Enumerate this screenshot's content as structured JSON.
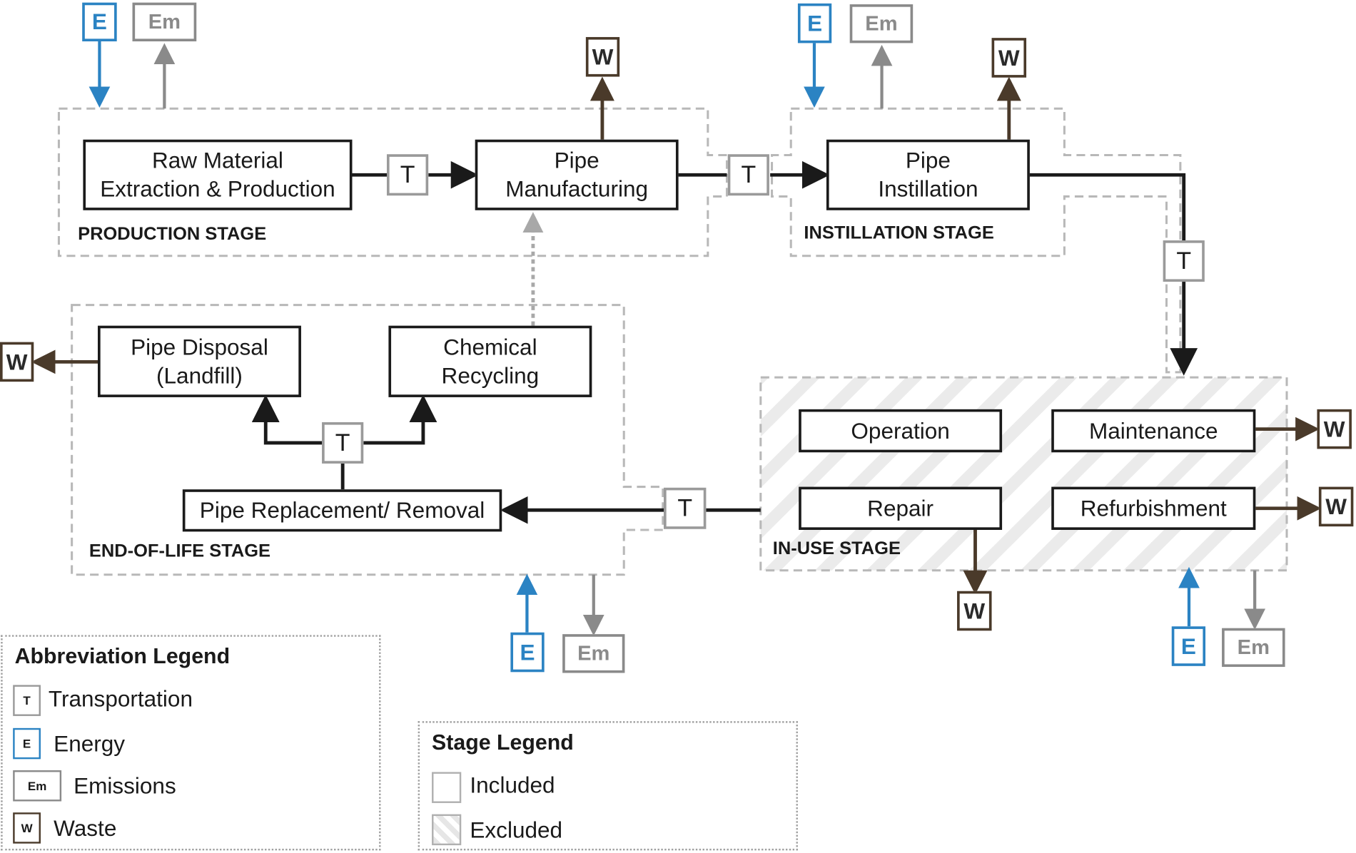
{
  "stages": {
    "production": "PRODUCTION STAGE",
    "installation": "INSTILLATION STAGE",
    "end_of_life": "END-OF-LIFE STAGE",
    "in_use": "IN-USE STAGE"
  },
  "processes": {
    "raw_material": "Raw Material\nExtraction & Production",
    "pipe_manufacturing": "Pipe\nManufacturing",
    "pipe_installation": "Pipe\nInstillation",
    "pipe_disposal": "Pipe Disposal\n(Landfill)",
    "chemical_recycling": "Chemical\nRecycling",
    "pipe_replacement": "Pipe Replacement/ Removal",
    "operation": "Operation",
    "maintenance": "Maintenance",
    "repair": "Repair",
    "refurbishment": "Refurbishment"
  },
  "markers": {
    "transport": "T",
    "energy": "E",
    "emissions": "Em",
    "waste": "W"
  },
  "abbreviation_legend": {
    "title": "Abbreviation Legend",
    "items": [
      {
        "abbr": "T",
        "label": "Transportation"
      },
      {
        "abbr": "E",
        "label": "Energy"
      },
      {
        "abbr": "Em",
        "label": "Emissions"
      },
      {
        "abbr": "W",
        "label": "Waste"
      }
    ]
  },
  "stage_legend": {
    "title": "Stage Legend",
    "items": [
      {
        "label": "Included"
      },
      {
        "label": "Excluded"
      }
    ]
  },
  "colors": {
    "energy": "#2b83c3",
    "emissions": "#8a8a8a",
    "waste": "#4a3a2a",
    "flow": "#1a1a1a",
    "stage_border": "#b8b8b8"
  }
}
